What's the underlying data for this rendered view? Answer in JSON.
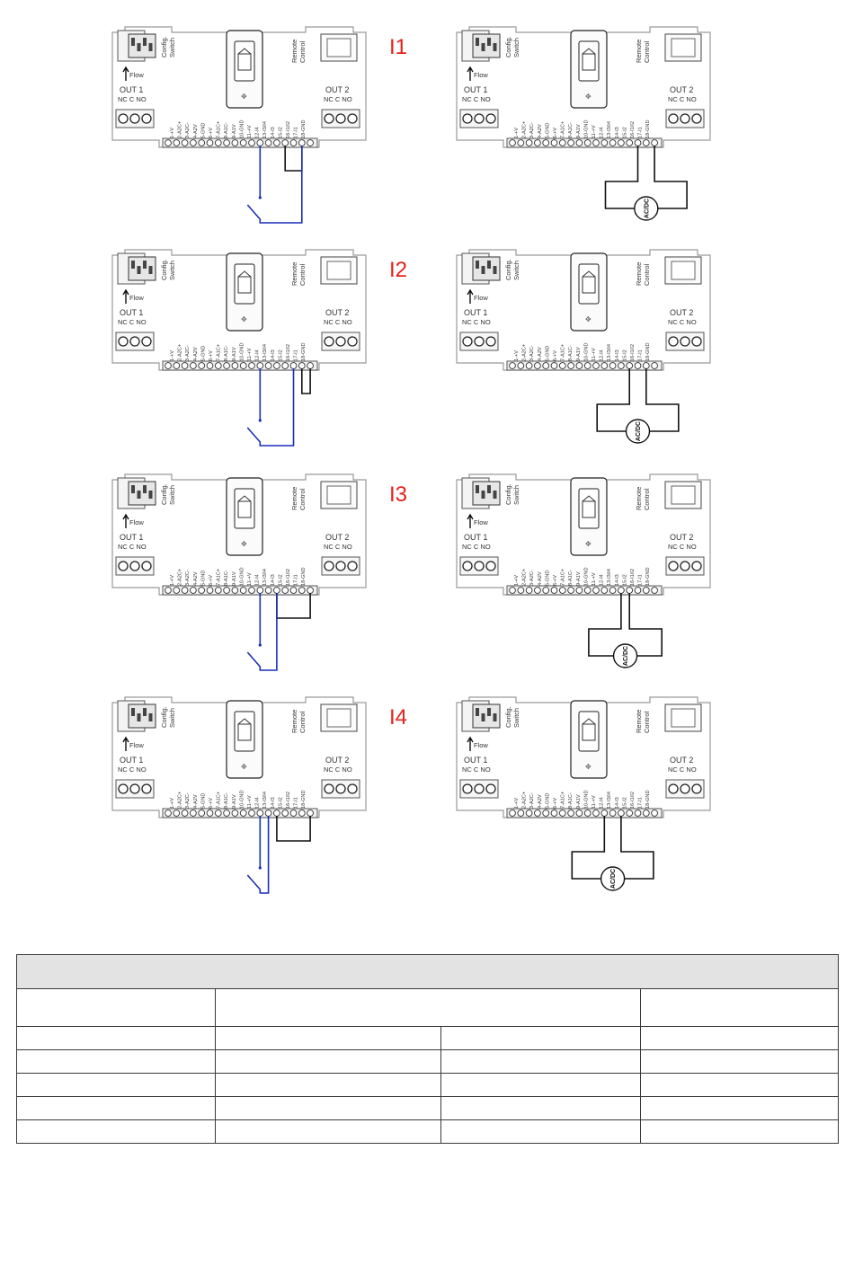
{
  "panel_labels": [
    "I1",
    "I2",
    "I3",
    "I4"
  ],
  "board": {
    "config_switch": [
      "Config.",
      "Switch"
    ],
    "remote_control": [
      "Remote",
      "Control"
    ],
    "flow": "Flow",
    "out1": "OUT 1",
    "out2": "OUT 2",
    "out_contacts": "NC  C  NO",
    "sensor_symbol": "AC/DC",
    "terminals": [
      "1-+V",
      "2-A2C+",
      "3-A2C-",
      "4-A2V",
      "5-GND",
      "6-+V",
      "7-A1C+",
      "8-A1C-",
      "9-A1V",
      "10-GND",
      "11-+V",
      "12-I4",
      "13-I3/I4",
      "14-I3",
      "15-I2",
      "16-I1/I2",
      "17-I1",
      "18-GND"
    ]
  },
  "colors": {
    "accent": "#e8201a",
    "wire_blue": "#1a2fb8",
    "wire_black": "#111111",
    "board_line": "#9a9a9a"
  },
  "table": {
    "column_widths": [
      221,
      251,
      222,
      220
    ],
    "body_rows": 5
  }
}
